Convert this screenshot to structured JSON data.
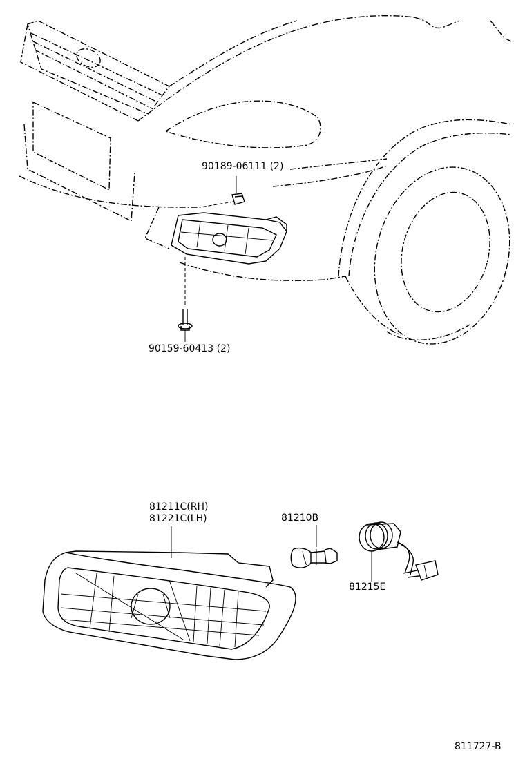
{
  "diagram": {
    "callouts": {
      "nut_clip": "90189-06111 (2)",
      "screw": "90159-60413 (2)",
      "lamp_rh": "81211C(RH)",
      "lamp_lh": "81221C(LH)",
      "bulb": "81210B",
      "socket": "81215E"
    },
    "figure_code": "811727-B"
  }
}
